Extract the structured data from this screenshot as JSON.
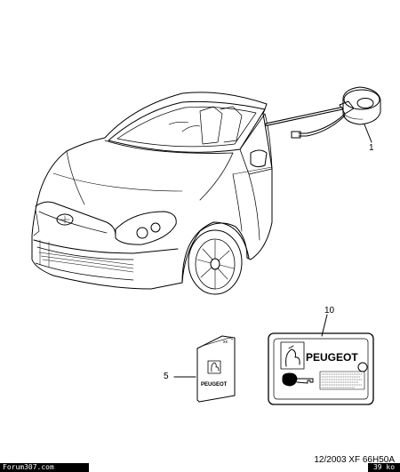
{
  "callouts": {
    "c1": "1",
    "c5": "5",
    "c10": "10"
  },
  "booklet": {
    "top_mark": "xx",
    "brand": "PEUGEOT"
  },
  "card": {
    "brand": "PEUGEOT"
  },
  "footer": {
    "reference": "12/2003  XF 66H50A",
    "watermark_site": "Forum307.com",
    "size": "39 ko"
  }
}
